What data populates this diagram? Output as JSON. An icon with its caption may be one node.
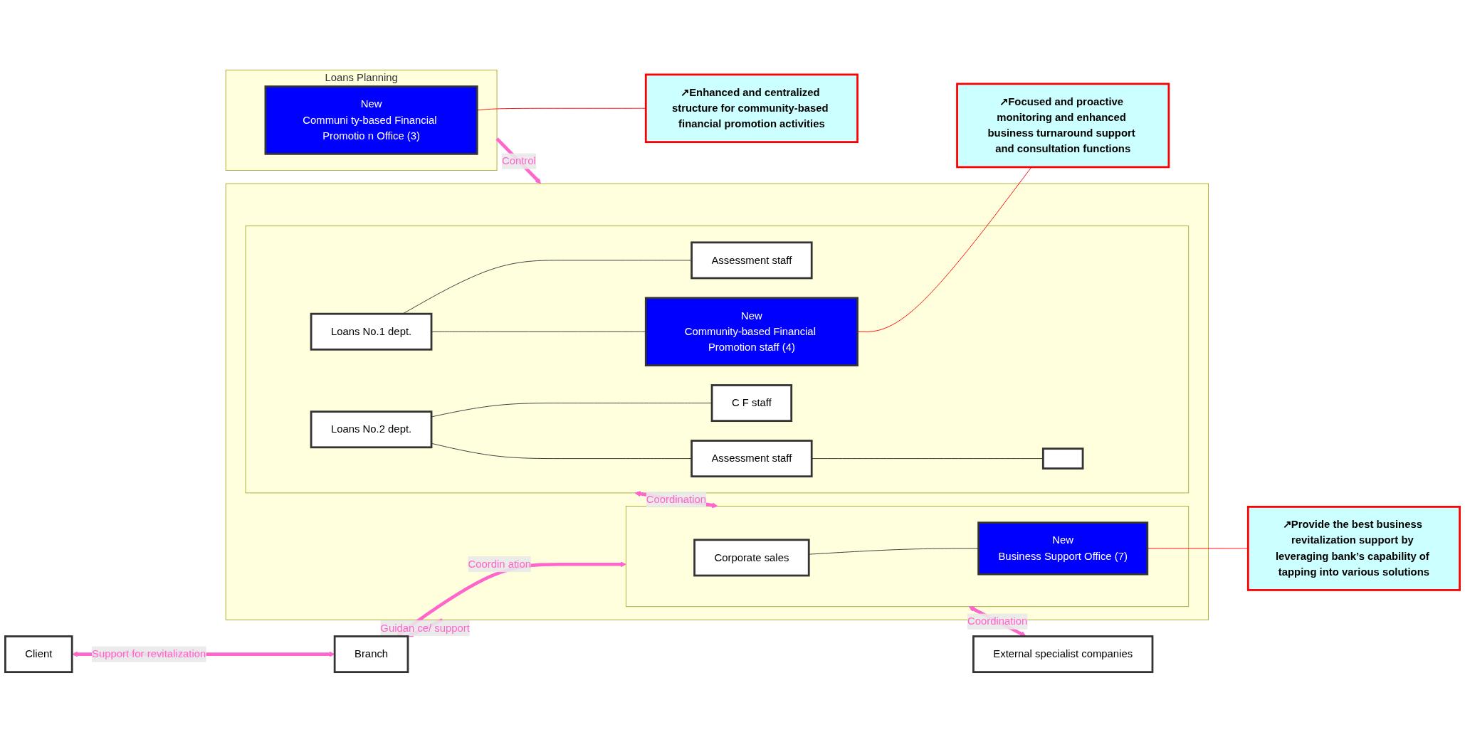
{
  "diagram": {
    "nodes": [
      {
        "text": [
          "Client"
        ]
      },
      {
        "text": [
          "Branch"
        ]
      },
      {
        "text": [],
        "shape": "box"
      },
      {
        "text": [],
        "shape": "box",
        "in": 2
      },
      {
        "text": [
          "Loans No.1 dept."
        ],
        "in": 3
      },
      {
        "text": [
          "Assessment staff"
        ],
        "in": 3
      },
      {
        "text": [
          "New",
          "Community-based Financial Promotion staff (4)"
        ],
        "in": 3
      },
      {
        "text": [
          "Loans No.2 dept."
        ],
        "in": 3
      },
      {
        "text": [
          "C F  staff"
        ],
        "in": 3
      },
      {
        "text": [
          "Assessment staff"
        ],
        "in": 3
      },
      {
        "text": [],
        "shape": "box",
        "in": 3
      },
      {
        "text": [],
        "shape": "box",
        "in": 2
      },
      {
        "text": [
          "Corporate sales"
        ],
        "in": 11
      },
      {
        "text": [
          "New",
          "Business Support Office (7)"
        ],
        "in": 11
      },
      {
        "text": [
          "Loans Planning"
        ]
      },
      {
        "text": [
          "New",
          "Communi ty-based Financial Promotio n Office (3)"
        ],
        "in": 14
      },
      {
        "text": [
          "External specialist companies"
        ]
      },
      {
        "text": [
          "↗Focused and proactive monitoring and enhanced business turnaround support and consultation functions"
        ]
      },
      {
        "text": [
          "↗Enhanced and centralized structure for community-based financial promotion activities"
        ]
      },
      {
        "text": [
          "↗Provide the best business revitalization support by leveraging bank’s capability of tapping into various solutions"
        ]
      }
    ],
    "edges": [
      {
        "from": 0,
        "to": 1,
        "arrow": "both",
        "label": "Support for revitalization",
        "style": "thick",
        "color": "#ff66cc"
      },
      {
        "from": 2,
        "to": 1,
        "arrow": "to",
        "label": "Guidan ce/ support",
        "style": "thick",
        "color": "#ff66cc"
      },
      {
        "from": 1,
        "to": 11,
        "arrow": "both",
        "label": "Coordin ation",
        "style": "thick",
        "color": "#ff66cc"
      },
      {
        "from": 3,
        "to": 11,
        "arrow": "both",
        "label": "Coordination",
        "style": "thick",
        "color": "#ff66cc"
      },
      {
        "from": 11,
        "to": 16,
        "arrow": "both",
        "label": "Coordination",
        "style": "thick",
        "color": "#ff66cc"
      },
      {
        "from": 14,
        "to": 2,
        "arrow": "to",
        "label": "Control",
        "style": "thick",
        "color": "#ff66cc"
      },
      {
        "from": 4,
        "to": 5,
        "arrow": "none",
        "color": "#333333"
      },
      {
        "from": 4,
        "to": 6,
        "arrow": "none",
        "color": "#333333"
      },
      {
        "from": 7,
        "to": 8,
        "arrow": "none",
        "color": "#333333"
      },
      {
        "from": 7,
        "to": 9,
        "arrow": "none",
        "color": "#333333"
      },
      {
        "from": 9,
        "to": 10,
        "arrow": "none",
        "color": "#333333"
      },
      {
        "from": 12,
        "to": 13,
        "arrow": "none",
        "color": "#333333"
      },
      {
        "from": 6,
        "to": 17,
        "arrow": "none",
        "color": "#ff0000"
      },
      {
        "from": 15,
        "to": 18,
        "arrow": "none",
        "color": "#ff0000"
      },
      {
        "from": 13,
        "to": 19,
        "arrow": "none",
        "color": "#ff0000"
      }
    ]
  }
}
